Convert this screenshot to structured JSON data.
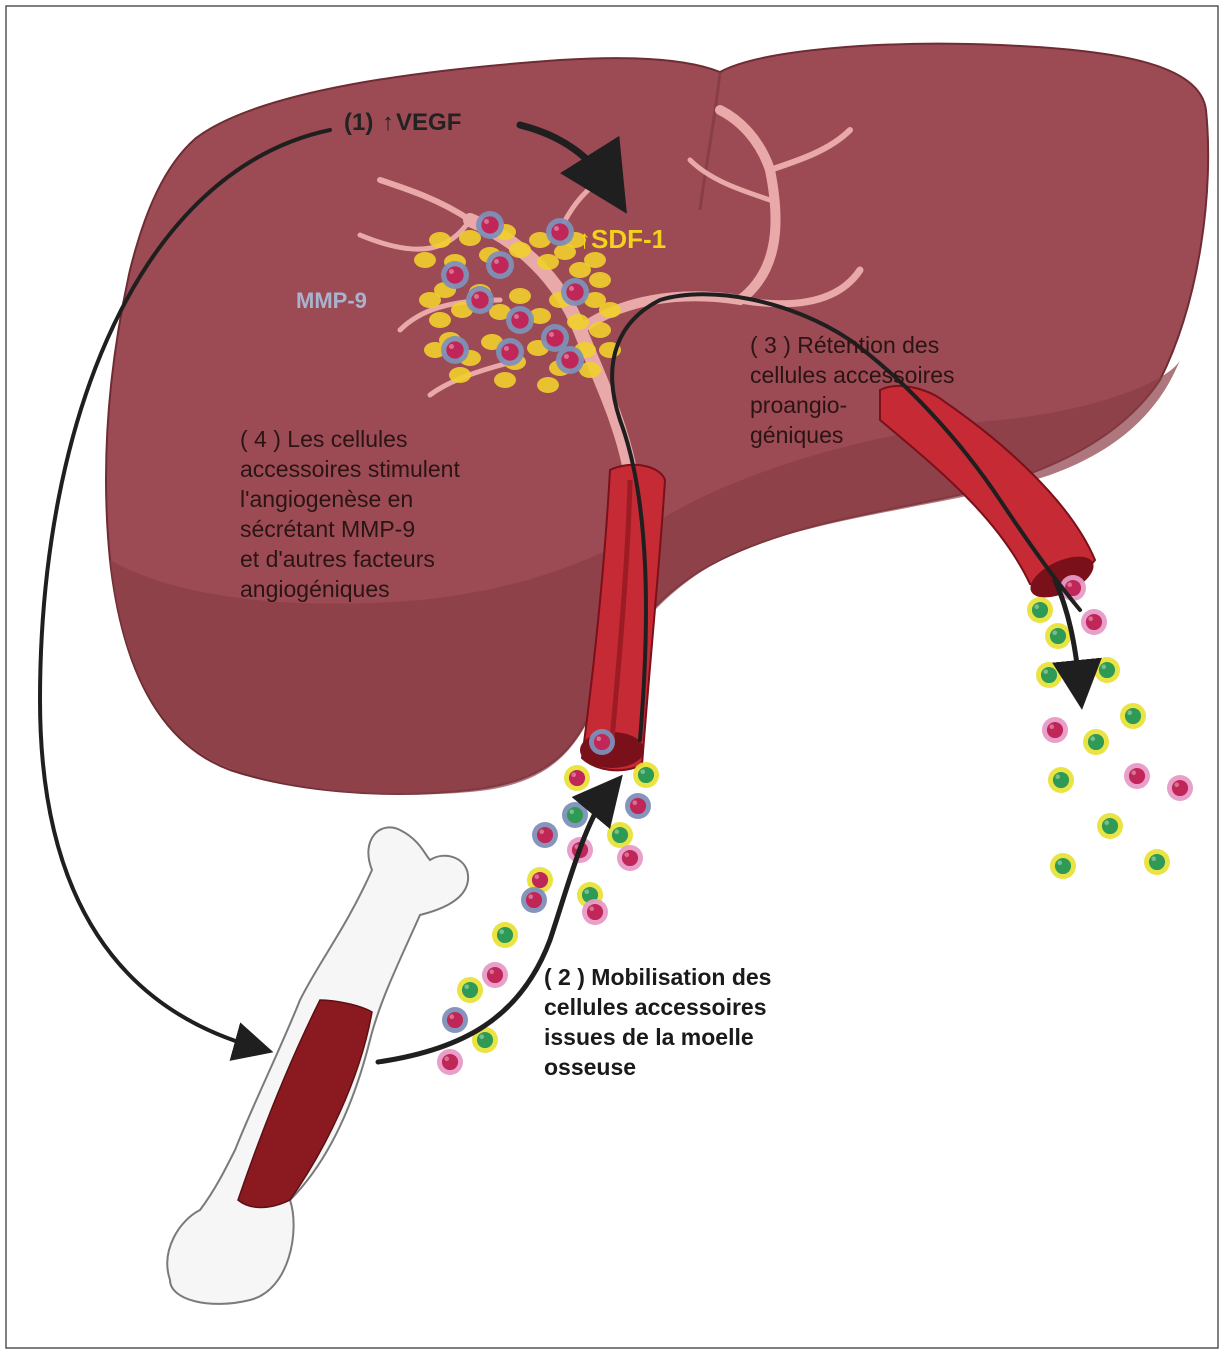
{
  "labels": {
    "step1": {
      "num": "(1)",
      "arrow": "↑",
      "name": "VEGF"
    },
    "sdf": {
      "arrow": "↑",
      "name": "SDF-1"
    },
    "mmp": "MMP-9",
    "step4": [
      "( 4 ) Les cellules",
      "accessoires stimulent",
      "l'angiogenèse en",
      "sécrétant MMP-9",
      "et d'autres facteurs",
      "angiogéniques"
    ],
    "step3": [
      "( 3 ) Rétention des",
      "cellules accessoires",
      "proangio-",
      "géniques"
    ],
    "step2": [
      "( 2 ) Mobilisation des",
      "cellules accessoires",
      "issues de la moelle",
      "osseuse"
    ]
  },
  "colors": {
    "liver": "#9c4b54",
    "liver_shade": "#8e4049",
    "vessel": "#c62a35",
    "vessel_lumen": "#7a1019",
    "branch": "#e9a9a9",
    "fat_cell": "#f1cf2c",
    "cell_green": "#2f9a55",
    "cell_magenta": "#c02657",
    "cell_blue_ring": "#7f8fb8",
    "cell_yellow_ring": "#e8e23a",
    "cell_pink_ring": "#e79ac6",
    "bone": "#f6f6f6",
    "marrow": "#8a1a20",
    "arrow": "#1f1f1f",
    "sdf_text": "#f2d21a",
    "mmp_text": "#a9b3cf"
  }
}
